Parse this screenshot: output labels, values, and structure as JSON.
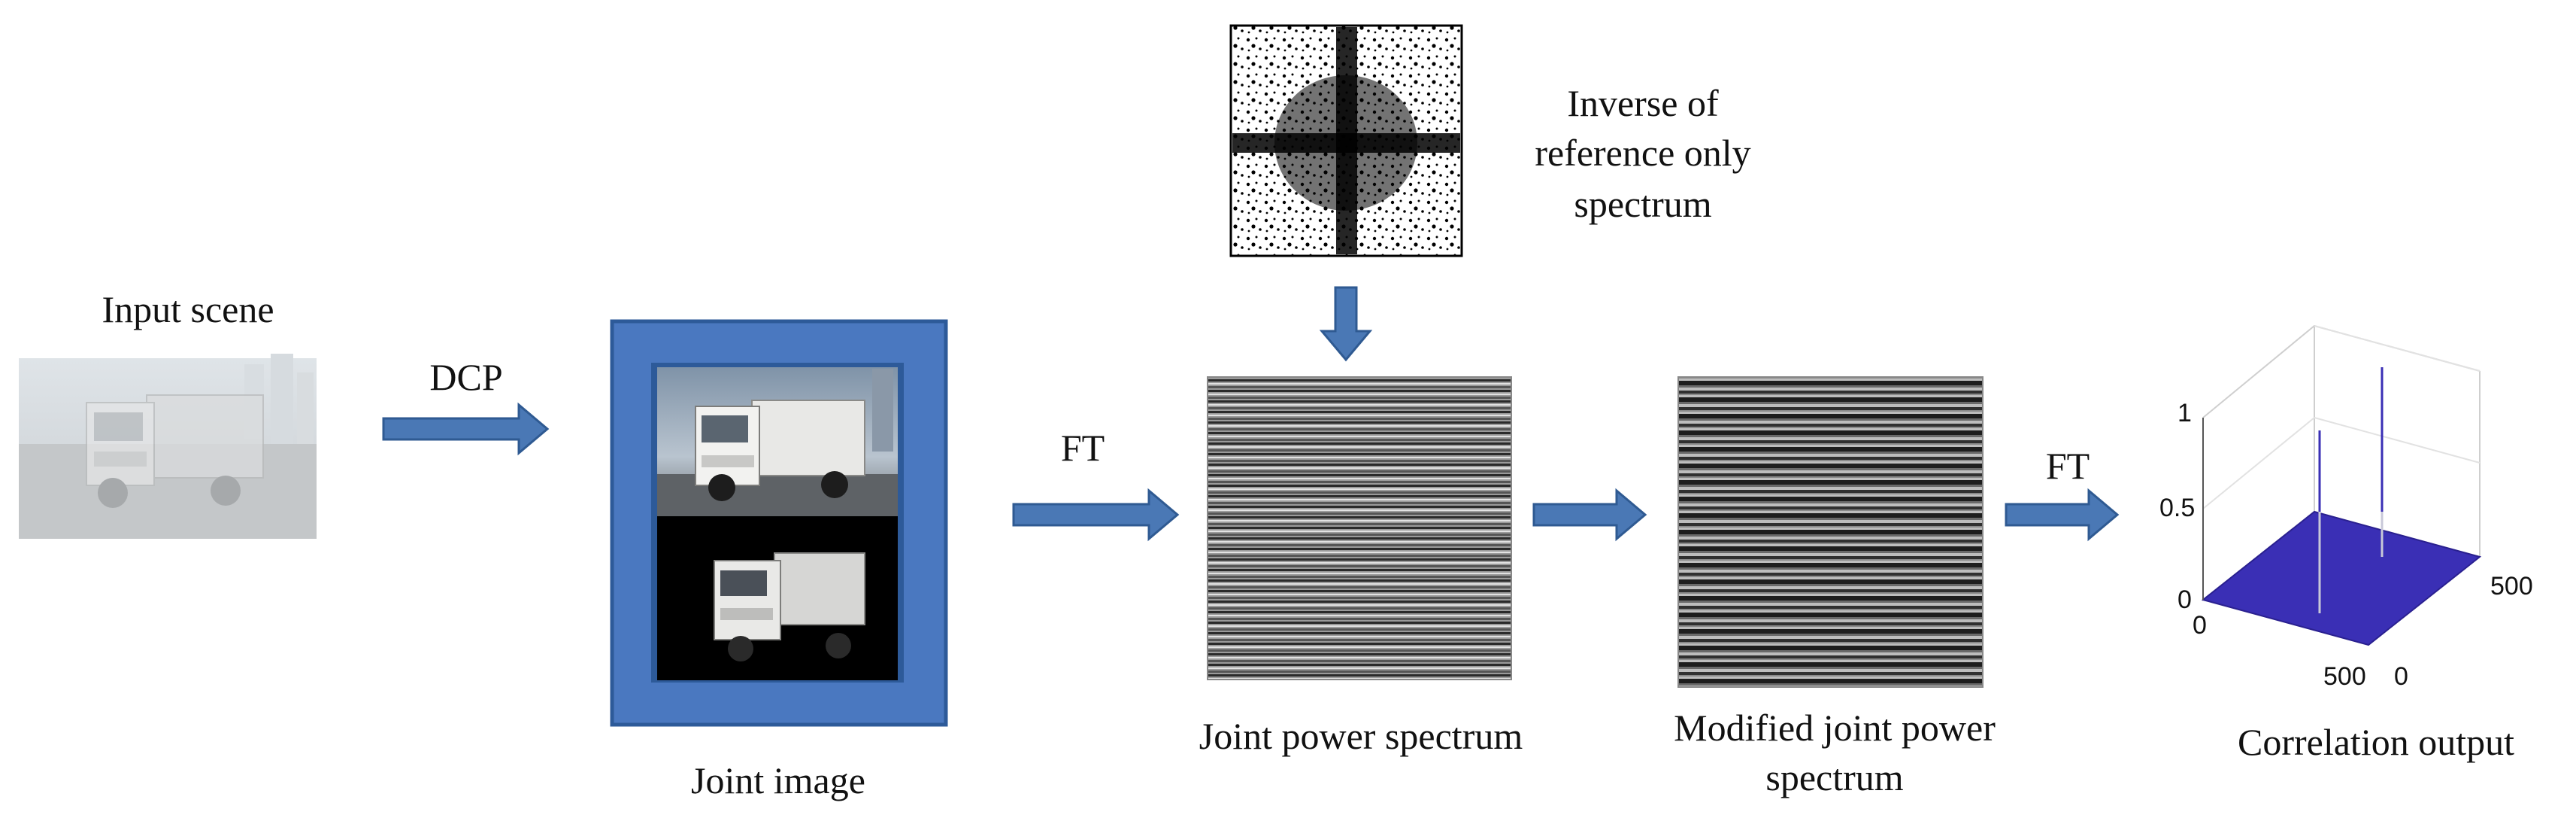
{
  "labels": {
    "input_scene": "Input scene",
    "dcp": "DCP",
    "joint_image": "Joint image",
    "ft_1": "FT",
    "inverse_line1": "Inverse of",
    "inverse_line2": "reference only",
    "inverse_line3": "spectrum",
    "joint_power_spectrum": "Joint power spectrum",
    "modified_line1": "Modified joint power",
    "modified_line2": "spectrum",
    "ft_2": "FT",
    "correlation_output": "Correlation output"
  },
  "plot3d": {
    "z_ticks": [
      "0",
      "0.5",
      "1"
    ],
    "x_ticks": [
      "0",
      "500"
    ],
    "y_ticks": [
      "0",
      "500"
    ],
    "surface_color": "#3a2fb5"
  },
  "colors": {
    "arrow": "#4a78b5",
    "arrow_edge": "#2f5a92",
    "frame": "#4a78c0",
    "frame_edge": "#2d5a99"
  }
}
